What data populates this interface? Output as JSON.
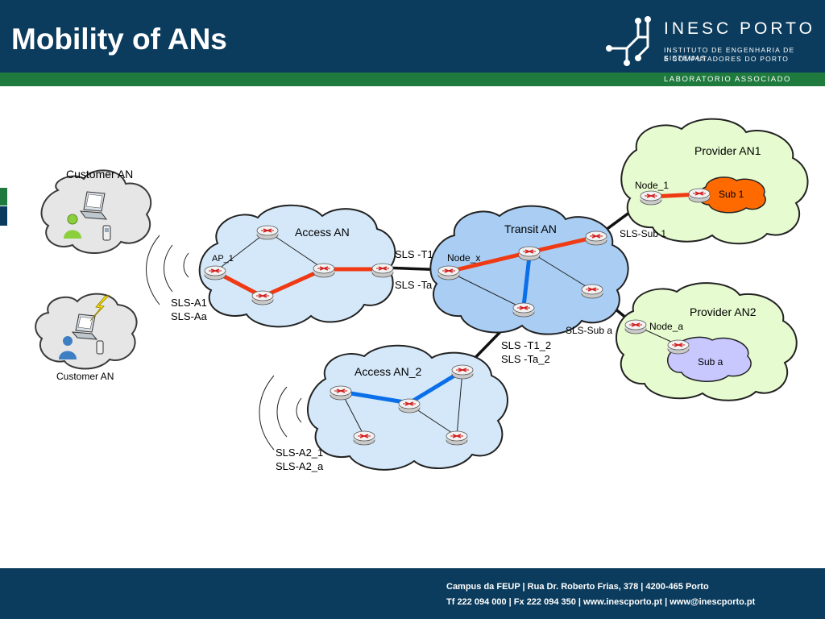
{
  "header": {
    "title": "Mobility of ANs",
    "logo_name": "INESC PORTO",
    "logo_sub1": "INSTITUTO DE ENGENHARIA DE SISTEMAS",
    "logo_sub2": "E COMPUTADORES DO PORTO",
    "lab": "LABORATORIO ASSOCIADO"
  },
  "diagram": {
    "customer_an_top": "Customer AN",
    "customer_an_bottom": "Customer AN",
    "access_an": "Access AN",
    "access_an_2": "Access AN_2",
    "transit_an": "Transit AN",
    "provider_an1": "Provider AN1",
    "provider_an2": "Provider AN2",
    "ap_1": "AP_1",
    "node_x": "Node_x",
    "node_1": "Node_1",
    "node_a": "Node_a",
    "sub_1": "Sub 1",
    "sub_a": "Sub a",
    "sls_t1": "SLS -T1",
    "sls_ta": "SLS -Ta",
    "sls_sub1": "SLS-Sub 1",
    "sls_suba": "SLS-Sub a",
    "sls_t1_2": "SLS -T1_2",
    "sls_ta_2": "SLS -Ta_2",
    "sls_a1": "SLS-A1",
    "sls_aa": "SLS-Aa",
    "sls_a2_1": "SLS-A2_1",
    "sls_a2_a": "SLS-A2_a"
  },
  "colors": {
    "header_bg": "#0b3c5d",
    "green_band": "#1f7a3e",
    "access_cloud": "#d4e8f9",
    "transit_cloud": "#a9cdf3",
    "provider_cloud": "#e6fbcf",
    "red_link": "#ef3a14",
    "blue_link": "#0a6fe8",
    "sub1_fill": "#ff6a00",
    "suba_fill": "#c8c8ff"
  },
  "footer": {
    "line1": "Campus da FEUP | Rua Dr. Roberto Frias, 378 | 4200-465 Porto",
    "line2": "Tf 222 094 000 | Fx 222 094 350 | www.inescporto.pt | www@inescporto.pt"
  }
}
